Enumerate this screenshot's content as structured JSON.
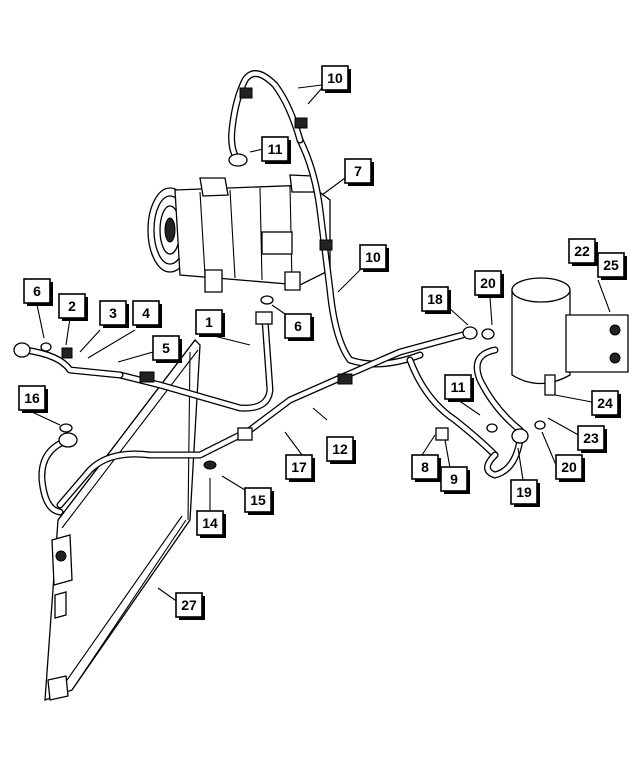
{
  "diagram": {
    "callouts": [
      {
        "id": "c10a",
        "label": "10"
      },
      {
        "id": "c11a",
        "label": "11"
      },
      {
        "id": "c7",
        "label": "7"
      },
      {
        "id": "c10b",
        "label": "10"
      },
      {
        "id": "c22",
        "label": "22"
      },
      {
        "id": "c25",
        "label": "25"
      },
      {
        "id": "c6a",
        "label": "6"
      },
      {
        "id": "c2",
        "label": "2"
      },
      {
        "id": "c3",
        "label": "3"
      },
      {
        "id": "c4",
        "label": "4"
      },
      {
        "id": "c1",
        "label": "1"
      },
      {
        "id": "c6b",
        "label": "6"
      },
      {
        "id": "c18",
        "label": "18"
      },
      {
        "id": "c20a",
        "label": "20"
      },
      {
        "id": "c5",
        "label": "5"
      },
      {
        "id": "c16",
        "label": "16"
      },
      {
        "id": "c11b",
        "label": "11"
      },
      {
        "id": "c24",
        "label": "24"
      },
      {
        "id": "c12",
        "label": "12"
      },
      {
        "id": "c23",
        "label": "23"
      },
      {
        "id": "c8",
        "label": "8"
      },
      {
        "id": "c9",
        "label": "9"
      },
      {
        "id": "c20b",
        "label": "20"
      },
      {
        "id": "c17",
        "label": "17"
      },
      {
        "id": "c19",
        "label": "19"
      },
      {
        "id": "c15",
        "label": "15"
      },
      {
        "id": "c14",
        "label": "14"
      },
      {
        "id": "c27",
        "label": "27"
      }
    ]
  }
}
